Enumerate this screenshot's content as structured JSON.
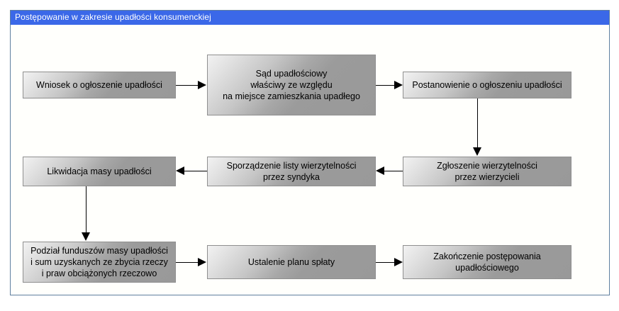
{
  "window": {
    "title": "Postępowanie w zakresie upadłości konsumenckiej",
    "title_bar_color": "#3b68e8",
    "title_text_color": "#ffffff",
    "border_color": "#5f7f9f",
    "canvas_color": "#fffffc"
  },
  "diagram": {
    "type": "flowchart",
    "node_fill_light": "#f2f2f2",
    "node_fill_dark": "#999999",
    "node_border_color": "#8f8f8f",
    "connector_color": "#000000",
    "nodes": [
      {
        "id": "n1",
        "lines": [
          "Wniosek o ogłoszenie upadłości"
        ]
      },
      {
        "id": "n2",
        "lines": [
          "Sąd upadłościowy",
          "właściwy ze względu",
          "na miejsce zamieszkania upadłego"
        ]
      },
      {
        "id": "n3",
        "lines": [
          "Postanowienie o ogłoszeniu upadłości"
        ]
      },
      {
        "id": "n4",
        "lines": [
          "Zgłoszenie wierzytelności",
          "przez wierzycieli"
        ]
      },
      {
        "id": "n5",
        "lines": [
          "Sporządzenie listy wierzytelności",
          "przez syndyka"
        ]
      },
      {
        "id": "n6",
        "lines": [
          "Likwidacja masy upadłości"
        ]
      },
      {
        "id": "n7",
        "lines": [
          "Podział funduszów masy upadłości",
          "i sum uzyskanych ze zbycia rzeczy",
          "i praw obciążonych rzeczowo"
        ]
      },
      {
        "id": "n8",
        "lines": [
          "Ustalenie planu spłaty"
        ]
      },
      {
        "id": "n9",
        "lines": [
          "Zakończenie postępowania",
          "upadłościowego"
        ]
      }
    ],
    "edges": [
      {
        "from": "n1",
        "to": "n2",
        "direction": "right"
      },
      {
        "from": "n2",
        "to": "n3",
        "direction": "right"
      },
      {
        "from": "n3",
        "to": "n4",
        "direction": "down"
      },
      {
        "from": "n4",
        "to": "n5",
        "direction": "left"
      },
      {
        "from": "n5",
        "to": "n6",
        "direction": "left"
      },
      {
        "from": "n6",
        "to": "n7",
        "direction": "down"
      },
      {
        "from": "n7",
        "to": "n8",
        "direction": "right"
      },
      {
        "from": "n8",
        "to": "n9",
        "direction": "right"
      }
    ]
  }
}
